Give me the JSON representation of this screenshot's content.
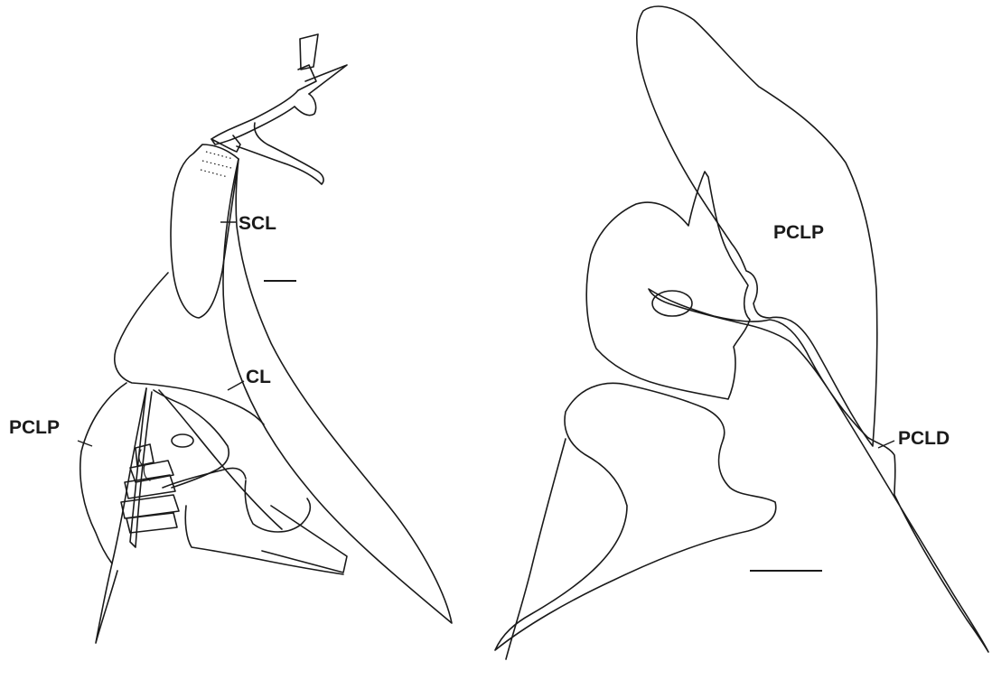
{
  "left_panel": {
    "labels": {
      "scl": "SCL",
      "cl": "CL",
      "pclp": "PCLP"
    }
  },
  "right_panel": {
    "labels": {
      "pclp": "PCLP",
      "pcld": "PCLD"
    }
  }
}
